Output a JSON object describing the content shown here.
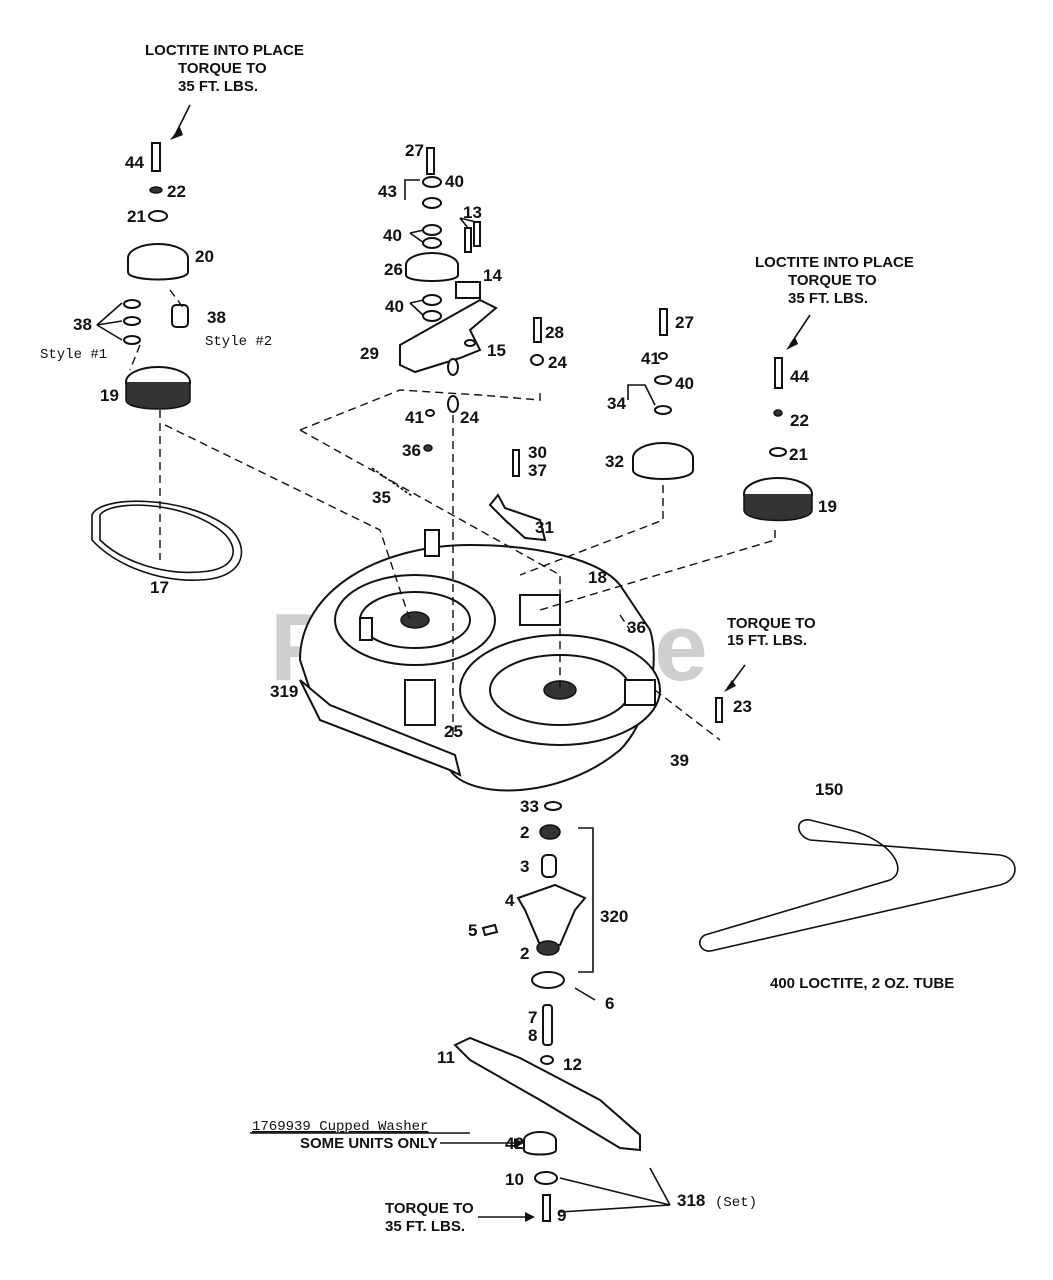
{
  "watermark": "PartsTree",
  "notes": {
    "top_left": [
      "LOCTITE INTO PLACE",
      "TORQUE TO",
      "35 FT. LBS."
    ],
    "top_right": [
      "LOCTITE INTO PLACE",
      "TORQUE TO",
      "35 FT. LBS."
    ],
    "torque_15": [
      "TORQUE TO",
      "15 FT. LBS."
    ],
    "torque_bottom": [
      "TORQUE TO",
      "35 FT. LBS."
    ],
    "cupped_washer": "1769939 Cupped Washer",
    "some_units": "SOME UNITS ONLY",
    "loctite_tube": "400  LOCTITE, 2 OZ. TUBE"
  },
  "styles": {
    "style1": "Style #1",
    "style2": "Style #2",
    "set": "(Set)"
  },
  "callouts": [
    "44",
    "22",
    "21",
    "20",
    "38",
    "38",
    "19",
    "17",
    "27",
    "40",
    "43",
    "13",
    "40",
    "26",
    "14",
    "40",
    "29",
    "15",
    "28",
    "24",
    "41",
    "24",
    "36",
    "35",
    "30",
    "37",
    "31",
    "27",
    "41",
    "40",
    "34",
    "32",
    "44",
    "22",
    "21",
    "19",
    "18",
    "36",
    "319",
    "25",
    "23",
    "39",
    "150",
    "33",
    "2",
    "3",
    "4",
    "5",
    "2",
    "320",
    "6",
    "7",
    "8",
    "11",
    "12",
    "42",
    "10",
    "9",
    "318",
    ""
  ]
}
